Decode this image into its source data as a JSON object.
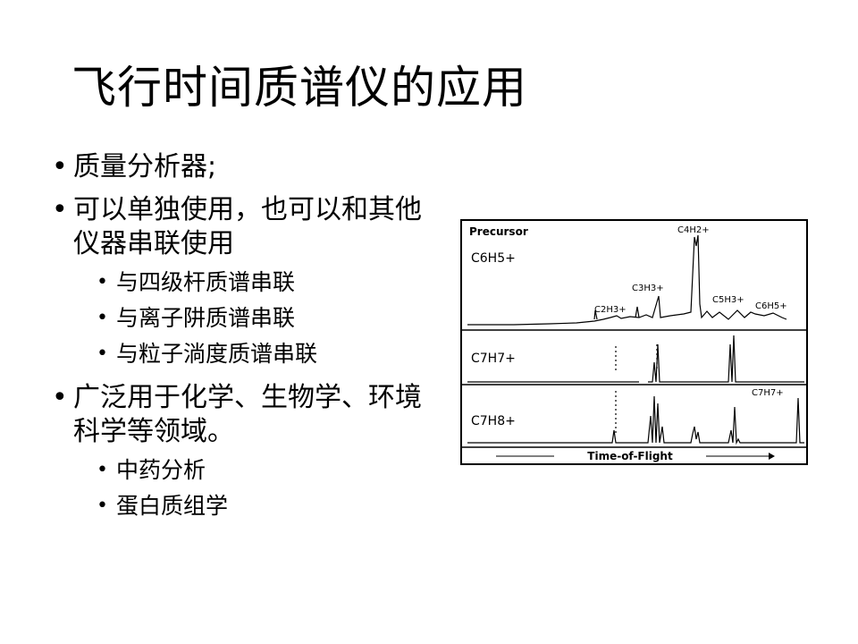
{
  "title": "飞行时间质谱仪的应用",
  "bullets": [
    {
      "text": "质量分析器;",
      "sub": []
    },
    {
      "text": "可以单独使用，也可以和其他仪器串联使用",
      "sub": [
        "与四级杆质谱串联",
        "与离子阱质谱串联",
        "与粒子淌度质谱串联"
      ]
    },
    {
      "text": "广泛用于化学、生物学、环境科学等领域。",
      "sub": [
        "中药分析",
        "蛋白质组学"
      ]
    }
  ],
  "figure": {
    "header_label": "Precursor",
    "axis_label": "Time-of-Flight",
    "panels": [
      {
        "ion_label": "C6H5+",
        "peak_labels": [
          "C2H3+",
          "C3H3+",
          "C4H2+",
          "C5H3+",
          "C6H5+"
        ]
      },
      {
        "ion_label": "C7H7+",
        "peak_labels": []
      },
      {
        "ion_label": "C7H8+",
        "peak_labels": [
          "C7H7+"
        ]
      }
    ]
  }
}
